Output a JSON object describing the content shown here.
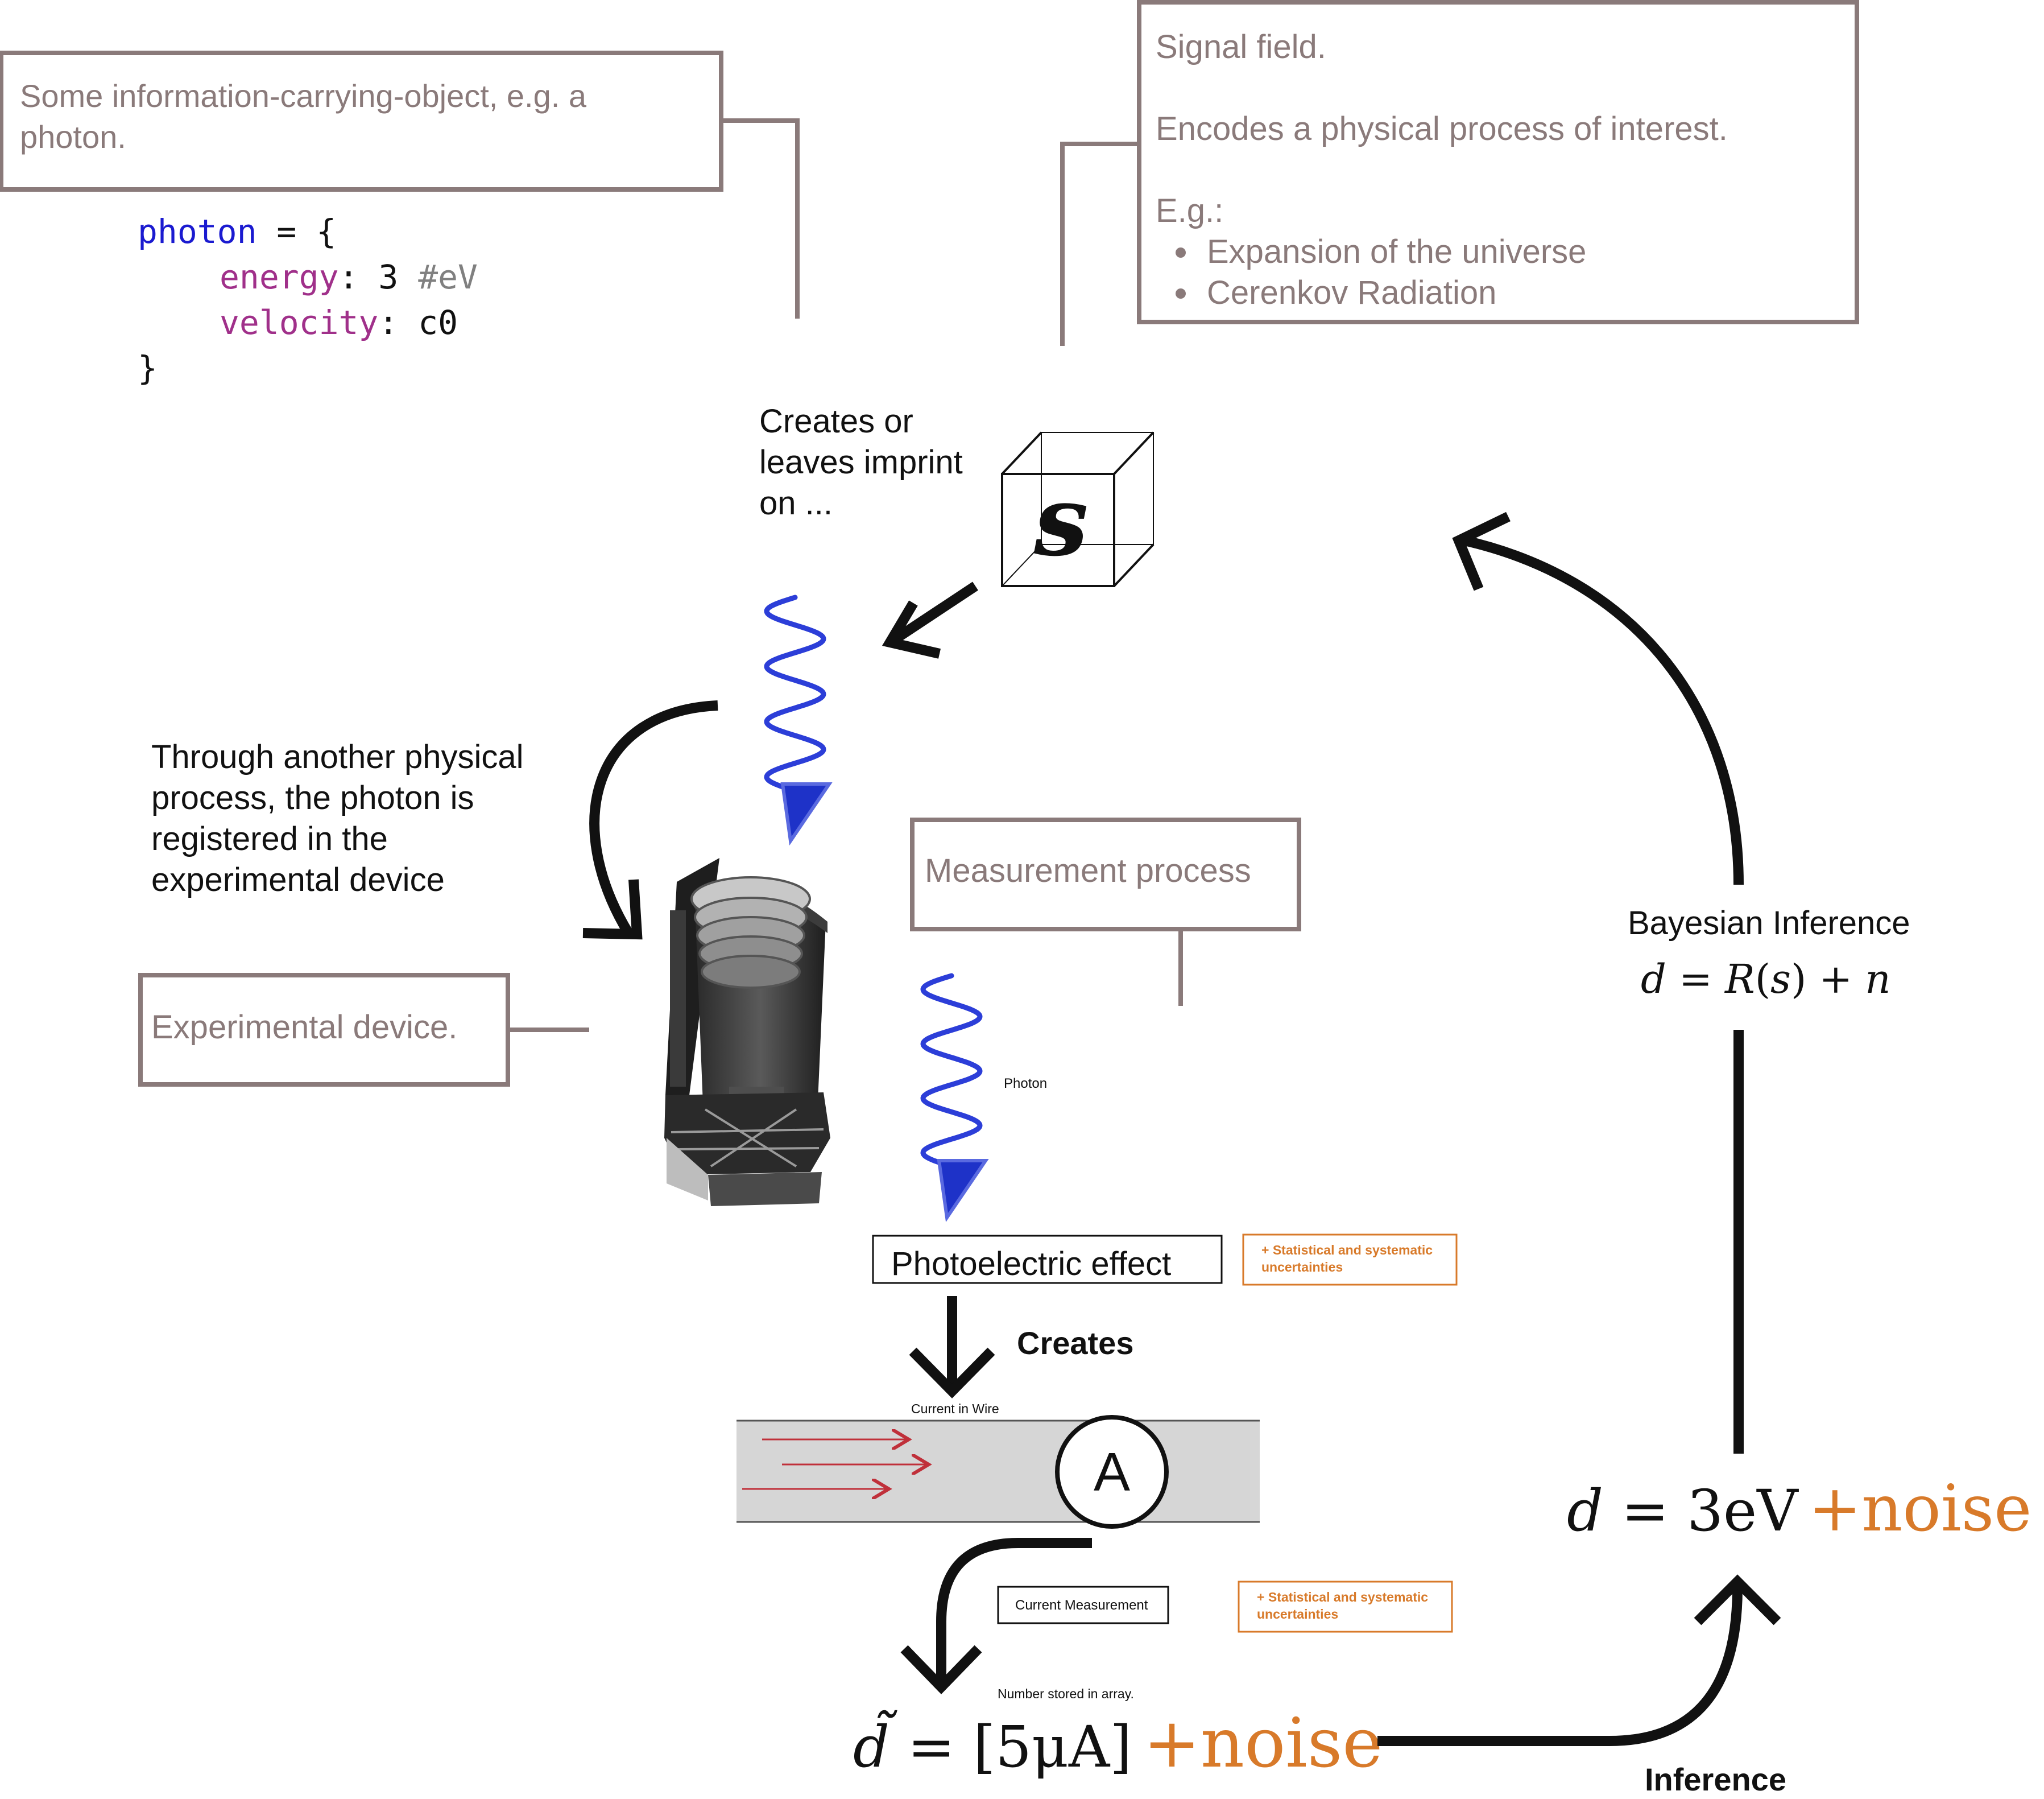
{
  "annotations": {
    "photon_box": "Some information-carrying-object, e.g. a photon.",
    "signal_box": {
      "title": "Signal field.",
      "line2": "Encodes a physical process of interest.",
      "eg": "E.g.:",
      "items": [
        "Expansion of the universe",
        "Cerenkov Radiation"
      ]
    },
    "measurement_box": "Measurement process",
    "device_box": "Experimental device."
  },
  "code": {
    "var": "photon",
    "op": " = {",
    "energy_key": "energy",
    "energy_val": ": 3 ",
    "energy_comment": "#eV",
    "velocity_key": "velocity",
    "velocity_val": ": c0",
    "close": "}"
  },
  "labels": {
    "creates_imprint": [
      "Creates or",
      "leaves imprint",
      "on ..."
    ],
    "cube_symbol": "s",
    "through_process": [
      "Through another physical",
      "process, the photon is",
      "registered in the",
      "experimental device"
    ],
    "photon_small": "Photon",
    "photoelectric": "Photoelectric effect",
    "uncertainties": [
      "+ Statistical and systematic",
      "uncertainties"
    ],
    "creates": "Creates",
    "current_in_wire": "Current in Wire",
    "ammeter": "A",
    "current_measurement": "Current Measurement",
    "number_stored": "Number stored in array.",
    "bayesian": "Bayesian Inference",
    "inference": "Inference"
  },
  "equations": {
    "model": {
      "d": "d",
      "eq": " = ",
      "R": "R",
      "paren_open": "(",
      "s": "s",
      "paren_close": ")",
      "plus": " + ",
      "n": "n"
    },
    "data_raw": {
      "d": "d̃",
      "eq": " = ",
      "value": "[5μA]",
      "noise": "+noise"
    },
    "data_final": {
      "d": "d",
      "eq": " = ",
      "value": "3eV",
      "noise": "+noise"
    }
  },
  "colors": {
    "annotation": "#8a7a7a",
    "box_border": "#8a7a7a",
    "code_blue": "#1a1ad0",
    "code_purple": "#a0308a",
    "code_comment": "#808080",
    "photon_blue": "#2c3ed8",
    "noise_orange": "#d87a2a",
    "current_red": "#c0303a",
    "wire_gray": "#d6d6d6"
  }
}
